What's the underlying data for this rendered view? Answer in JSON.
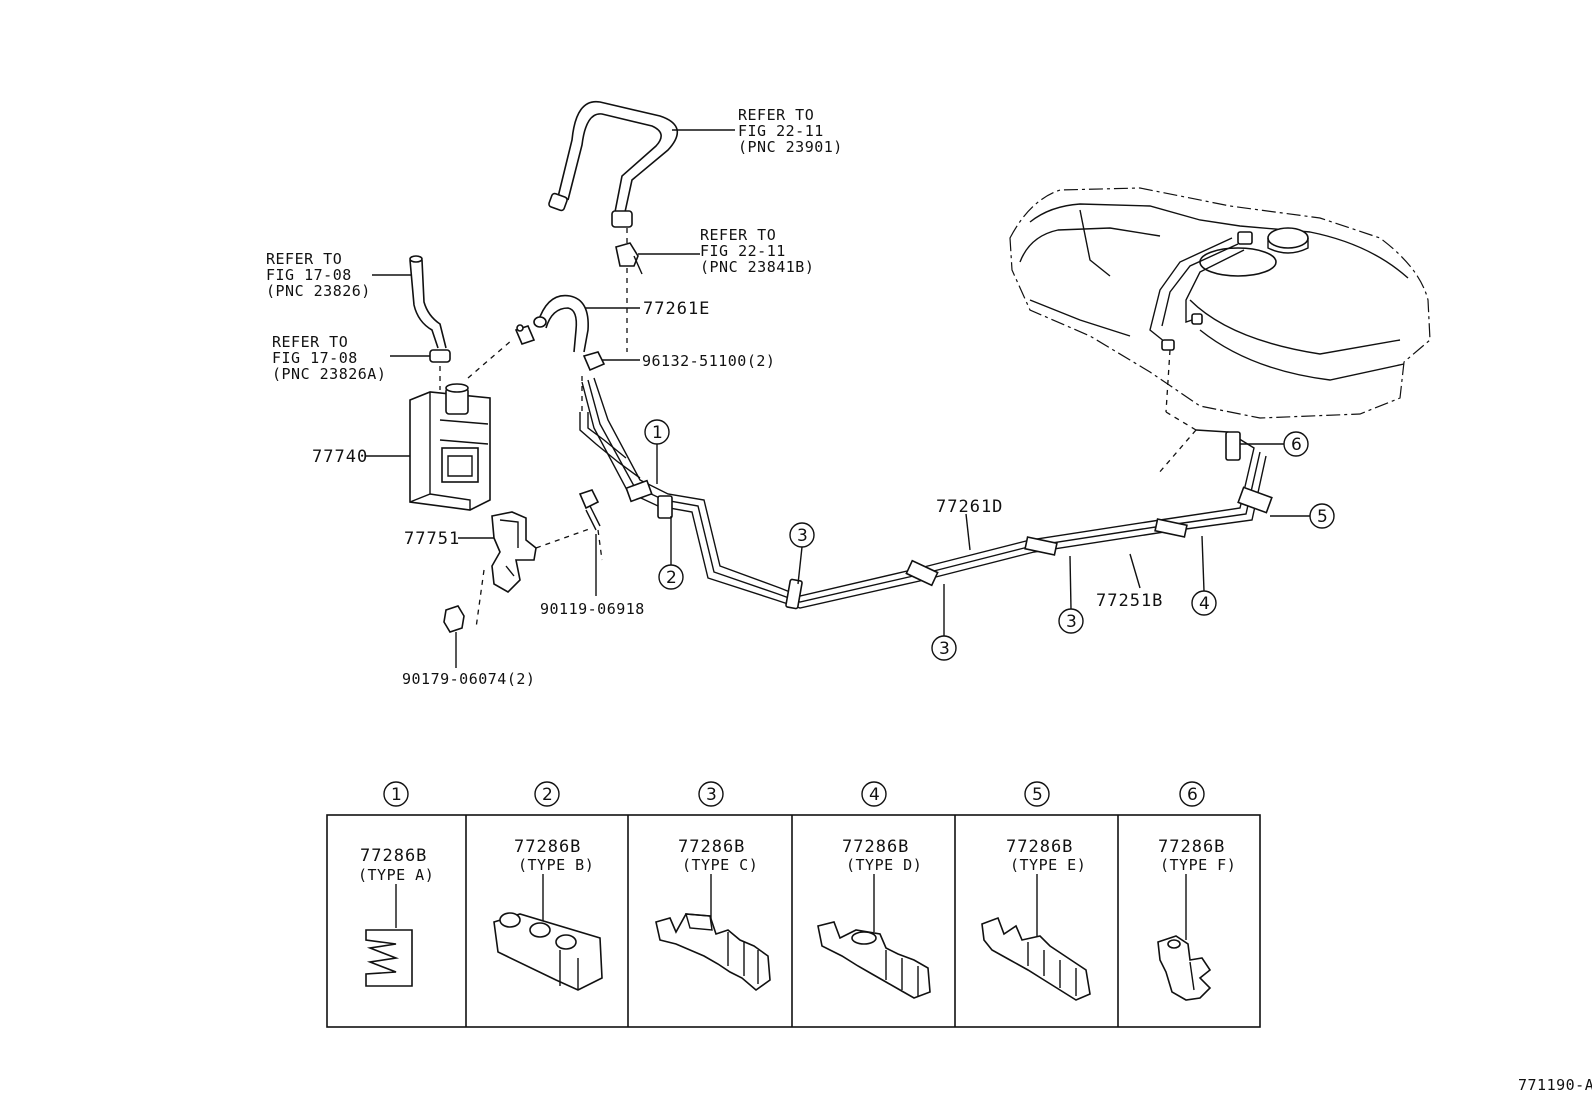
{
  "callouts": {
    "refer_fig2211_pnc23901": [
      "REFER TO",
      "FIG 22-11",
      "(PNC 23901)"
    ],
    "refer_fig2211_pnc23841b": [
      "REFER TO",
      "FIG 22-11",
      "(PNC 23841B)"
    ],
    "refer_fig1708_pnc23826": [
      "REFER TO",
      "FIG 17-08",
      "(PNC 23826)"
    ],
    "refer_fig1708_pnc23826a": [
      "REFER TO",
      "FIG 17-08",
      "(PNC 23826A)"
    ]
  },
  "parts": {
    "p77261E": "77261E",
    "p96132": "96132-51100(2)",
    "p77740": "77740",
    "p77751": "77751",
    "p90119": "90119-06918",
    "p90179": "90179-06074(2)",
    "p77261D": "77261D",
    "p77251B": "77251B"
  },
  "markers": {
    "m1": "①",
    "m2": "②",
    "m3": "③",
    "m4": "④",
    "m5": "⑤",
    "m6": "⑥"
  },
  "clamp_table": [
    {
      "marker": "①",
      "part": "77286B",
      "type": "(TYPE A)"
    },
    {
      "marker": "②",
      "part": "77286B",
      "type": "(TYPE B)"
    },
    {
      "marker": "③",
      "part": "77286B",
      "type": "(TYPE C)"
    },
    {
      "marker": "④",
      "part": "77286B",
      "type": "(TYPE D)"
    },
    {
      "marker": "⑤",
      "part": "77286B",
      "type": "(TYPE E)"
    },
    {
      "marker": "⑥",
      "part": "77286B",
      "type": "(TYPE F)"
    }
  ],
  "figure_code": "771190-A"
}
